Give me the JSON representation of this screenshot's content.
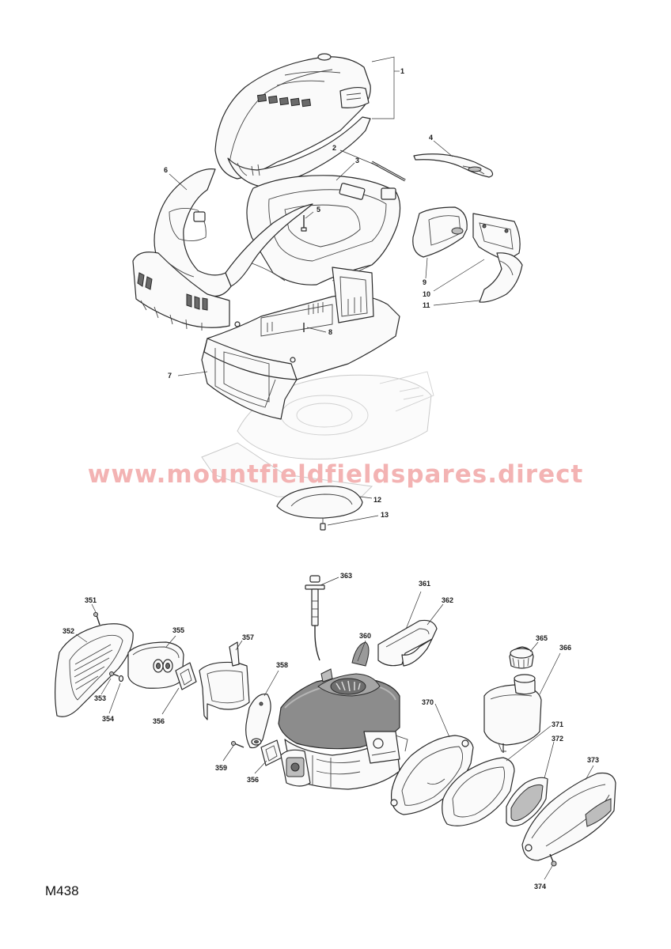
{
  "watermark": "www.mountfieldfieldspares.direct",
  "diagram_code": "M438",
  "callouts": {
    "c1": "1",
    "c2": "2",
    "c3": "3",
    "c4": "4",
    "c5": "5",
    "c6": "6",
    "c7": "7",
    "c8": "8",
    "c9": "9",
    "c10": "10",
    "c11": "11",
    "c12": "12",
    "c13": "13",
    "c351": "351",
    "c352": "352",
    "c353": "353",
    "c354": "354",
    "c355": "355",
    "c356a": "356",
    "c356b": "356",
    "c357": "357",
    "c358": "358",
    "c359": "359",
    "c360": "360",
    "c361": "361",
    "c362": "362",
    "c363": "363",
    "c365": "365",
    "c366": "366",
    "c370": "370",
    "c371": "371",
    "c372": "372",
    "c373": "373",
    "c374": "374"
  }
}
